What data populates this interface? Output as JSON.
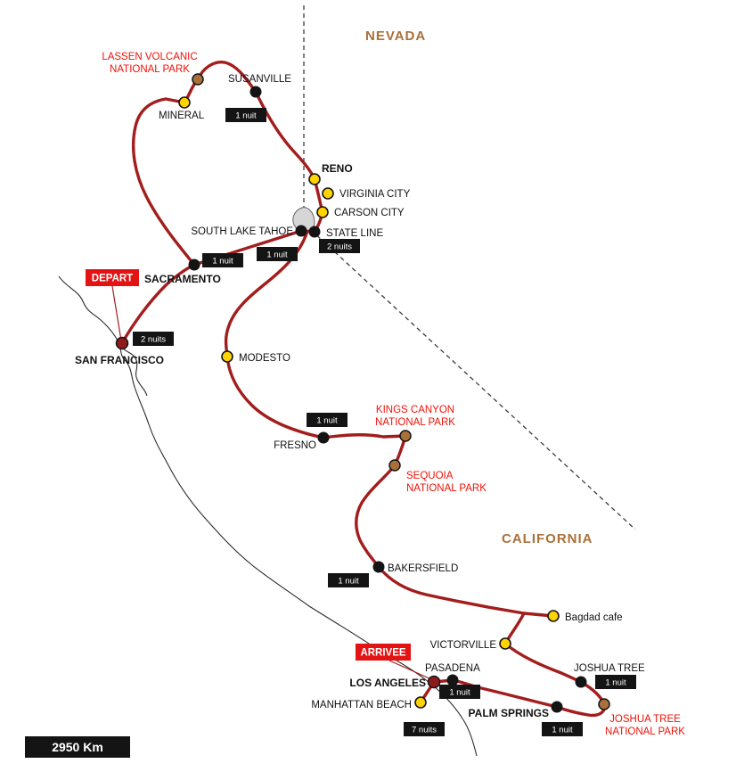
{
  "map": {
    "region_labels": [
      {
        "name": "NEVADA"
      },
      {
        "name": "CALIFORNIA"
      }
    ],
    "cities": [
      {
        "name": "SUSANVILLE"
      },
      {
        "name": "MINERAL"
      },
      {
        "name": "RENO"
      },
      {
        "name": "VIRGINIA CITY"
      },
      {
        "name": "CARSON CITY"
      },
      {
        "name": "SOUTH LAKE TAHOE"
      },
      {
        "name": "STATE LINE"
      },
      {
        "name": "SACRAMENTO"
      },
      {
        "name": "SAN FRANCISCO"
      },
      {
        "name": "MODESTO"
      },
      {
        "name": "FRESNO"
      },
      {
        "name": "BAKERSFIELD"
      },
      {
        "name": "Bagdad cafe"
      },
      {
        "name": "VICTORVILLE"
      },
      {
        "name": "JOSHUA TREE"
      },
      {
        "name": "PALM SPRINGS"
      },
      {
        "name": "PASADENA"
      },
      {
        "name": "LOS ANGELES"
      },
      {
        "name": "MANHATTAN BEACH"
      }
    ],
    "national_parks": [
      {
        "line1": "LASSEN VOLCANIC",
        "line2": "NATIONAL PARK"
      },
      {
        "line1": "KINGS CANYON",
        "line2": "NATIONAL PARK"
      },
      {
        "line1": "SEQUOIA",
        "line2": "NATIONAL PARK"
      },
      {
        "line1": "JOSHUA TREE",
        "line2": "NATIONAL PARK"
      }
    ],
    "night_badges": [
      {
        "label": "1 nuit"
      },
      {
        "label": "2 nuits"
      },
      {
        "label": "1 nuit"
      },
      {
        "label": "1 nuit"
      },
      {
        "label": "2 nuits"
      },
      {
        "label": "1 nuit"
      },
      {
        "label": "1 nuit"
      },
      {
        "label": "1 nuit"
      },
      {
        "label": "1 nuit"
      },
      {
        "label": "1 nuit"
      },
      {
        "label": "7 nuits"
      }
    ],
    "endpoints": {
      "depart": "DEPART",
      "arrivee": "ARRIVEE"
    },
    "total_distance": "2950 Km",
    "colors": {
      "route": "#a31d1d",
      "dot_yellow": "#ffd400",
      "dot_black": "#141414",
      "dot_maroon": "#8e1b1b",
      "dot_park_brown": "#a9703a",
      "park_label_red": "#ee1208",
      "region_label_brown": "#a9703a",
      "badge_bg": "#141414",
      "badge_text": "#ffffff",
      "endpoint_bg": "#e31313",
      "lake_fill": "#d6d6d6"
    }
  }
}
